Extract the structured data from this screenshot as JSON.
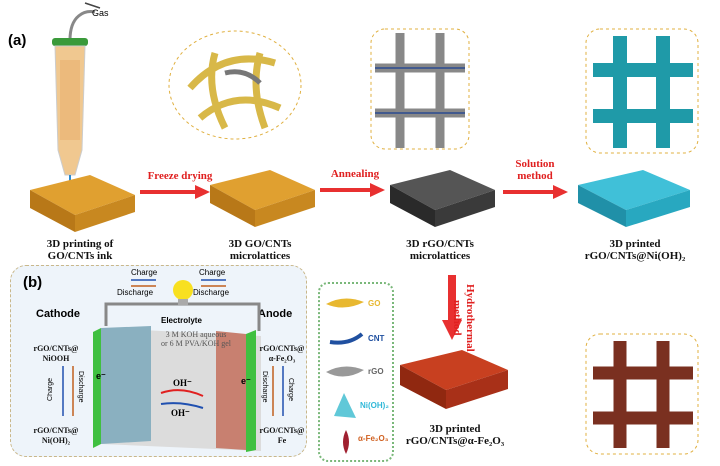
{
  "panel_a": {
    "label": "(a)",
    "gas": "Gas",
    "steps": [
      {
        "label1": "3D printing of",
        "label2": "GO/CNTs ink"
      },
      {
        "label1": "3D GO/CNTs",
        "label2": "microlattices"
      },
      {
        "label1": "3D rGO/CNTs",
        "label2": "microlattices"
      },
      {
        "label1": "3D printed",
        "label2": "rGO/CNTs@Ni(OH)₂"
      }
    ],
    "arrows": [
      "Freeze drying",
      "Annealing",
      "Solution method",
      "Hydrothermal method"
    ],
    "final": {
      "label1": "3D printed",
      "label2": "rGO/CNTs@α-Fe₂O₃"
    }
  },
  "panel_b": {
    "label": "(b)",
    "cathode": "Cathode",
    "anode": "Anode",
    "charge": "Charge",
    "discharge": "Discharge",
    "electrolyte": "Electrolyte",
    "electrolyte_detail1": "3 M KOH aqueous",
    "electrolyte_detail2": "or 6 M PVA/KOH gel",
    "cathode_top1": "rGO/CNTs@",
    "cathode_top2": "NiOOH",
    "cathode_bottom1": "rGO/CNTs@",
    "cathode_bottom2": "Ni(OH)₂",
    "anode_top1": "rGO/CNTs@",
    "anode_top2": "α-Fe₂O₃",
    "anode_bottom1": "rGO/CNTs@",
    "anode_bottom2": "Fe",
    "electron": "e⁻",
    "hydroxide": "OH⁻"
  },
  "legend": [
    {
      "label": "GO",
      "color": "#e8b830"
    },
    {
      "label": "CNT",
      "color": "#2050a0"
    },
    {
      "label": "rGO",
      "color": "#888888"
    },
    {
      "label": "Ni(OH)₂",
      "color": "#30b8d8"
    },
    {
      "label": "α-Fe₂O₃",
      "color": "#d06020"
    }
  ]
}
